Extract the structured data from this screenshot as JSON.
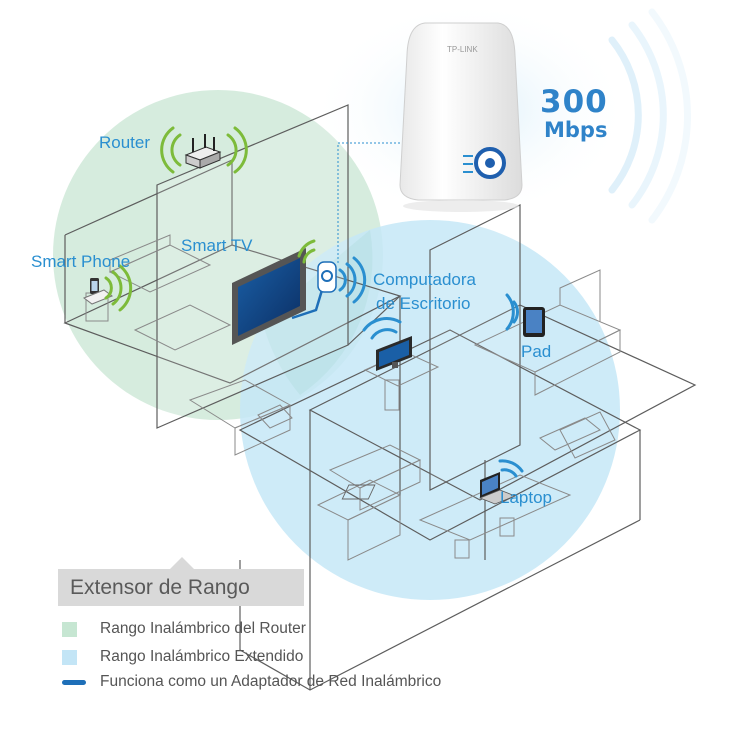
{
  "device": {
    "brand": "TP-LINK",
    "speed_value": "300",
    "speed_unit": "Mbps"
  },
  "labels": {
    "router": "Router",
    "smart_phone": "Smart Phone",
    "smart_tv": "Smart TV",
    "desktop_line1": "Computadora",
    "desktop_line2": "de Escritorio",
    "pad": "Pad",
    "laptop": "Laptop"
  },
  "legend": {
    "title": "Extensor de Rango",
    "items": [
      {
        "label": "Rango Inalámbrico del Router",
        "color": "#c6e6d2",
        "kind": "square"
      },
      {
        "label": "Rango Inalámbrico Extendido",
        "color": "#c3e5f6",
        "kind": "square"
      },
      {
        "label": "Funciona como un Adaptador de Red Inalámbrico",
        "color": "#1e6fb8",
        "kind": "line"
      }
    ]
  },
  "colors": {
    "router_range": "#cfe9d8",
    "extended_range": "#c6e7f7",
    "accent_blue": "#2a8fd0",
    "signal_green": "#7dbb3a"
  }
}
